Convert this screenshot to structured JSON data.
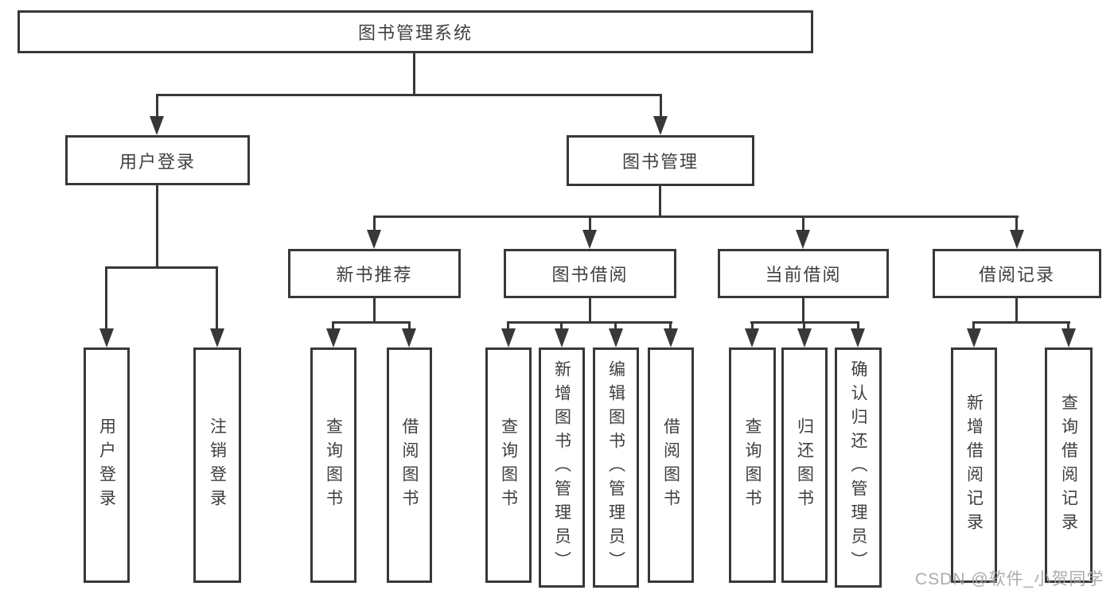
{
  "colors": {
    "line": "#383838",
    "text": "#3f3f3f",
    "background": "#ffffff",
    "watermark": "#a3a3a3"
  },
  "tree": {
    "root": {
      "label": "图书管理系统"
    },
    "branches": [
      {
        "label": "用户登录",
        "children": [
          {
            "label": "用户登录"
          },
          {
            "label": "注销登录"
          }
        ]
      },
      {
        "label": "图书管理",
        "children": [
          {
            "label": "新书推荐",
            "children": [
              {
                "label": "查询图书"
              },
              {
                "label": "借阅图书"
              }
            ]
          },
          {
            "label": "图书借阅",
            "children": [
              {
                "label": "查询图书"
              },
              {
                "label": "新增图书（管理员）"
              },
              {
                "label": "编辑图书（管理员）"
              },
              {
                "label": "借阅图书"
              }
            ]
          },
          {
            "label": "当前借阅",
            "children": [
              {
                "label": "查询图书"
              },
              {
                "label": "归还图书"
              },
              {
                "label": "确认归还（管理员）"
              }
            ]
          },
          {
            "label": "借阅记录",
            "children": [
              {
                "label": "新增借阅记录"
              },
              {
                "label": "查询借阅记录"
              }
            ]
          }
        ]
      }
    ]
  },
  "watermark": {
    "text": "CSDN @软件_小贺同学"
  }
}
